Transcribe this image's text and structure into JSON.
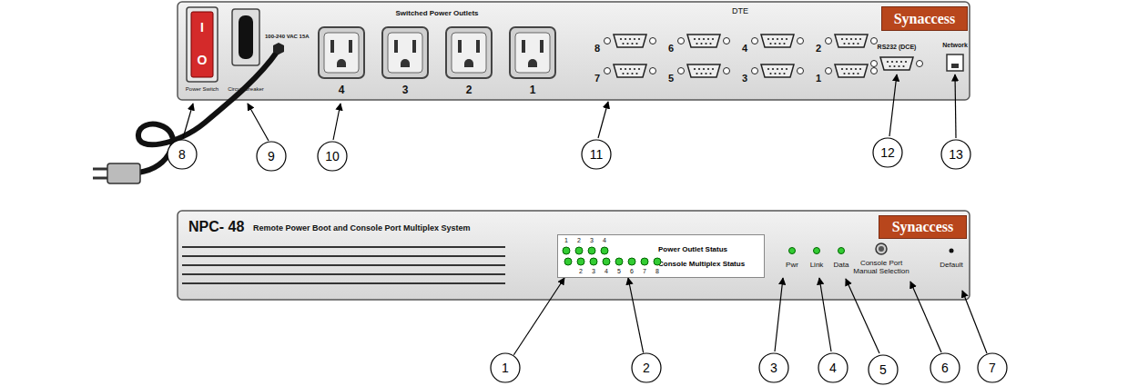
{
  "diagram": {
    "nodes": [
      {
        "text": [
          "Synaccess"
        ]
      },
      {
        "text": [
          "8"
        ]
      },
      {
        "text": [
          "9"
        ]
      },
      {
        "text": [
          "10"
        ]
      },
      {
        "text": [
          "11"
        ]
      },
      {
        "text": [
          "12"
        ]
      },
      {
        "text": [
          "13"
        ]
      },
      {
        "text": [
          "Synaccess"
        ]
      },
      {
        "text": [
          "Power Outlet Status",
          "Console Multiplex Status"
        ]
      },
      {
        "text": [
          "1"
        ]
      },
      {
        "text": [
          "2"
        ]
      },
      {
        "text": [
          "3"
        ]
      },
      {
        "text": [
          "4"
        ]
      },
      {
        "text": [
          "5"
        ]
      },
      {
        "text": [
          "6"
        ]
      },
      {
        "text": [
          "7"
        ]
      }
    ],
    "edges": [
      {
        "from": 9,
        "to": 8,
        "arrow": "to"
      },
      {
        "from": 10,
        "to": 8,
        "arrow": "to"
      }
    ],
    "labels": [
      "I",
      "O",
      "Power Switch",
      "Circuit Breaker",
      "100-240 VAC 15A",
      "Switched Power Outlets",
      "4",
      "3",
      "2",
      "1",
      "DTE",
      "8",
      "6",
      "4",
      "2",
      "7",
      "5",
      "3",
      "1",
      "RS232 (DCE)",
      "Network",
      "NPC- 48",
      "Remote Power Boot and Console Port Multiplex System",
      "1",
      "2",
      "3",
      "4",
      "2",
      "3",
      "4",
      "5",
      "6",
      "7",
      "8",
      "Pwr",
      "Link",
      "Data",
      "Console Port Manual Selection",
      "Default"
    ]
  }
}
